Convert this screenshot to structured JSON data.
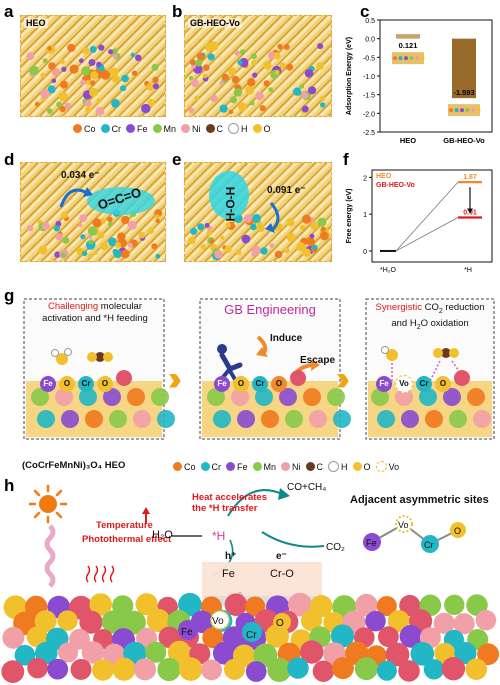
{
  "panels": {
    "a": {
      "label": "a",
      "caption": "HEO"
    },
    "b": {
      "label": "b",
      "caption": "GB-HEO-Vo"
    },
    "c": {
      "label": "c"
    },
    "d": {
      "label": "d",
      "charge": "0.034 e⁻",
      "molecule": "O=C=O"
    },
    "e": {
      "label": "e",
      "charge": "0.091 e⁻",
      "molecule": "H-O-H"
    },
    "f": {
      "label": "f"
    },
    "g": {
      "label": "g"
    },
    "h": {
      "label": "h"
    }
  },
  "legend_top": [
    {
      "symbol": "Co",
      "color": "#ef7a1f"
    },
    {
      "symbol": "Cr",
      "color": "#22b7c4"
    },
    {
      "symbol": "Fe",
      "color": "#8a4bd0"
    },
    {
      "symbol": "Mn",
      "color": "#88c94a"
    },
    {
      "symbol": "Ni",
      "color": "#f1a0a8"
    },
    {
      "symbol": "C",
      "color": "#6b3a1e"
    },
    {
      "symbol": "H",
      "color": "#ffffff"
    },
    {
      "symbol": "O",
      "color": "#f2c02c"
    }
  ],
  "chart_data": [
    {
      "type": "bar",
      "ylabel": "Adsorption Energy (eV)",
      "categories": [
        "HEO",
        "GB-HEO-Vo"
      ],
      "values": [
        0.121,
        -1.593
      ],
      "ylim": [
        -2.5,
        0.5
      ],
      "yticks": [
        "0.5",
        "0.0",
        "-0.5",
        "-1.0",
        "-1.5",
        "-2.0",
        "-2.5"
      ],
      "labels": [
        "0.121",
        "-1.593"
      ],
      "colors": [
        "#c9a46c",
        "#9a6a2a"
      ]
    },
    {
      "type": "line",
      "ylabel": "Free energy (eV)",
      "categories": [
        "*H₂O",
        "*H"
      ],
      "series": [
        {
          "name": "HEO",
          "color": "#f08a2a",
          "values": [
            0,
            1.87
          ],
          "end_label": "1.87"
        },
        {
          "name": "GB-HEO-Vo",
          "color": "#e01919",
          "values": [
            0,
            0.91
          ],
          "end_label": "0.91"
        }
      ],
      "ylim": [
        -0.3,
        2.2
      ],
      "yticks": [
        "2",
        "1",
        "0"
      ]
    }
  ],
  "g": {
    "left_text_1": "Challenging",
    "left_text_2": " molecular",
    "left_text_3": "activation and *H feeding",
    "center_title": "GB Engineering",
    "induce": "Induce",
    "escape": "Escape",
    "right_text_1": "Synergistic",
    "right_text_2": " CO",
    "right_text_3": "2",
    "right_text_4": " reduction",
    "right_text_5": "and H",
    "right_text_6": "2",
    "right_text_7": "O oxidation",
    "site_fe": "Fe",
    "site_o": "O",
    "site_cr": "Cr",
    "site_vo": "Vo",
    "formula": "(CoCrFeMnNi)₃O₄ HEO"
  },
  "legend_bottom": [
    {
      "symbol": "Co",
      "color": "#ef7a1f"
    },
    {
      "symbol": "Cr",
      "color": "#22b7c4"
    },
    {
      "symbol": "Fe",
      "color": "#8a4bd0"
    },
    {
      "symbol": "Mn",
      "color": "#88c94a"
    },
    {
      "symbol": "Ni",
      "color": "#f1a0a8"
    },
    {
      "symbol": "C",
      "color": "#6b3a1e"
    },
    {
      "symbol": "H",
      "color": "#ffffff"
    },
    {
      "symbol": "O",
      "color": "#f2c02c"
    },
    {
      "symbol": "Vo",
      "color": "#ffffff"
    }
  ],
  "h": {
    "temperature": "Temperature",
    "photothermal": "Photothermal effect",
    "heat_1": "Heat accelerates",
    "heat_2": "the *H transfer",
    "h2o": "H₂O",
    "h_star": "*H",
    "products": "CO+CH₄",
    "co2": "CO₂",
    "adjacent": "Adjacent asymmetric sites",
    "hplus": "h⁺",
    "eminus": "e⁻",
    "fe": "Fe",
    "cro": "Cr-O",
    "s_fe": "Fe",
    "s_vo": "Vo",
    "s_cr": "Cr",
    "s_o": "O"
  }
}
